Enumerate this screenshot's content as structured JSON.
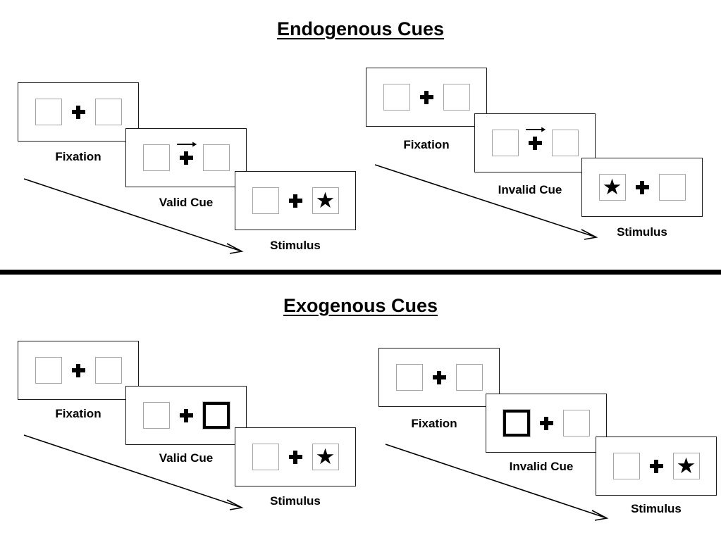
{
  "sections": [
    {
      "id": "endogenous",
      "title": "Endogenous Cues",
      "cue_type": "arrow",
      "sequences": [
        {
          "id": "endogenous-valid",
          "validity": "valid",
          "frames": [
            {
              "label": "Fixation",
              "cue": "none",
              "star": "none",
              "left_box": "plain",
              "right_box": "plain"
            },
            {
              "label": "Valid Cue",
              "cue": "arrow-right",
              "star": "none",
              "left_box": "plain",
              "right_box": "plain"
            },
            {
              "label": "Stimulus",
              "cue": "none",
              "star": "right",
              "left_box": "plain",
              "right_box": "plain"
            }
          ]
        },
        {
          "id": "endogenous-invalid",
          "validity": "invalid",
          "frames": [
            {
              "label": "Fixation",
              "cue": "none",
              "star": "none",
              "left_box": "plain",
              "right_box": "plain"
            },
            {
              "label": "Invalid Cue",
              "cue": "arrow-right",
              "star": "none",
              "left_box": "plain",
              "right_box": "plain"
            },
            {
              "label": "Stimulus",
              "cue": "none",
              "star": "left",
              "left_box": "plain",
              "right_box": "plain"
            }
          ]
        }
      ]
    },
    {
      "id": "exogenous",
      "title": "Exogenous Cues",
      "cue_type": "peripheral-flash",
      "sequences": [
        {
          "id": "exogenous-valid",
          "validity": "valid",
          "frames": [
            {
              "label": "Fixation",
              "cue": "none",
              "star": "none",
              "left_box": "plain",
              "right_box": "plain"
            },
            {
              "label": "Valid Cue",
              "cue": "flash-right",
              "star": "none",
              "left_box": "plain",
              "right_box": "cued"
            },
            {
              "label": "Stimulus",
              "cue": "none",
              "star": "right",
              "left_box": "plain",
              "right_box": "plain"
            }
          ]
        },
        {
          "id": "exogenous-invalid",
          "validity": "invalid",
          "frames": [
            {
              "label": "Fixation",
              "cue": "none",
              "star": "none",
              "left_box": "plain",
              "right_box": "plain"
            },
            {
              "label": "Invalid Cue",
              "cue": "flash-left",
              "star": "none",
              "left_box": "cued",
              "right_box": "plain"
            },
            {
              "label": "Stimulus",
              "cue": "none",
              "star": "right",
              "left_box": "plain",
              "right_box": "plain"
            }
          ]
        }
      ]
    }
  ],
  "glyphs": {
    "star": "★",
    "fixation_cross": "plus-icon",
    "cue_arrow": "arrow-right-icon",
    "flow_arrow": "time-progression-arrow-icon"
  },
  "colors": {
    "ink": "#000000",
    "frame_border": "#1a1a1a",
    "box_border": "#a6a6a6",
    "cued_box_border": "#000000",
    "background": "#ffffff"
  }
}
